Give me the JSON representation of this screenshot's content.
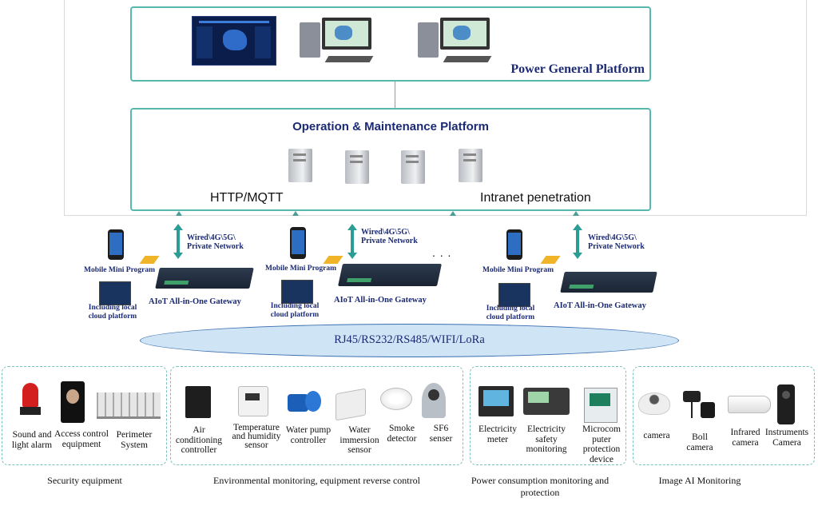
{
  "top_platform": {
    "title": "Power General Platform"
  },
  "om_platform": {
    "title": "Operation & Maintenance Platform",
    "left_label": "HTTP/MQTT",
    "right_label": "Intranet penetration"
  },
  "gateway_units": [
    {
      "network": "Wired\\4G\\5G\\ Private Network",
      "mobile": "Mobile Mini Program",
      "gateway": "AIoT All-in-One Gateway",
      "local": "Including local cloud platform"
    },
    {
      "network": "Wired\\4G\\5G\\ Private Network",
      "mobile": "Mobile Mini Program",
      "gateway": "AIoT All-in-One Gateway",
      "local": "Including local cloud platform"
    },
    {
      "network": "Wired\\4G\\5G\\ Private Network",
      "mobile": "Mobile Mini Program",
      "gateway": "AIoT All-in-One Gateway",
      "local": "Including local cloud platform"
    }
  ],
  "ellipsis": ". . .",
  "bus": {
    "label": "RJ45/RS232/RS485/WIFI/LoRa"
  },
  "groups": [
    {
      "category": "Security equipment",
      "devices": [
        "Sound and light alarm",
        "Access control equipment",
        "Perimeter System"
      ]
    },
    {
      "category": "Environmental monitoring, equipment reverse control",
      "devices": [
        "Air conditioning controller",
        "Temperature and humidity sensor",
        "Water pump controller",
        "Water immersion sensor",
        "Smoke detector",
        "SF6 senser"
      ]
    },
    {
      "category": "Power consumption monitoring and protection",
      "devices": [
        "Electricity meter",
        "Electricity safety monitoring",
        "Microcom puter protection device"
      ]
    },
    {
      "category": "Image AI Monitoring",
      "devices": [
        "camera",
        "Boll camera",
        "Infrared camera",
        "Instruments Camera"
      ]
    }
  ],
  "colors": {
    "teal": "#57b8ad",
    "navy": "#1b2a72",
    "bus_fill": "#cfe4f5",
    "bus_stroke": "#3b6fb0"
  }
}
